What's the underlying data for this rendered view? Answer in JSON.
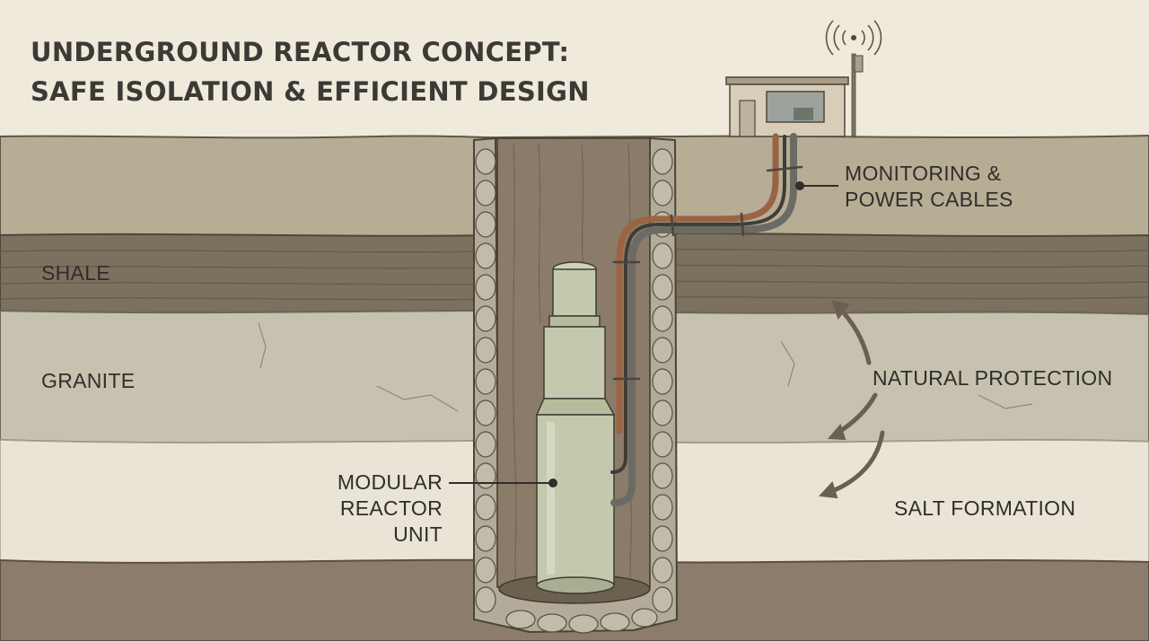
{
  "title": {
    "line1": "UNDERGROUND REACTOR CONCEPT:",
    "line2": "SAFE ISOLATION & EFFICIENT DESIGN"
  },
  "labels": {
    "shale": "SHALE",
    "granite": "GRANITE",
    "natural_protection": "NATURAL PROTECTION",
    "salt_formation": "SALT FORMATION",
    "cables_line1": "MONITORING &",
    "cables_line2": "POWER CABLES",
    "reactor_line1": "MODULAR",
    "reactor_line2": "REACTOR UNIT"
  },
  "colors": {
    "sky": "#efeadb",
    "topsoil": "#b7ad95",
    "shale": "#7c715f",
    "granite": "#c7c1b0",
    "salt": "#e9e4d6",
    "bedrock": "#8c7c6c",
    "shaft_wall": "#8a7c69",
    "reactor": "#c4c9ad",
    "cable_copper": "#9a6342",
    "cable_steel": "#6c6a64"
  }
}
